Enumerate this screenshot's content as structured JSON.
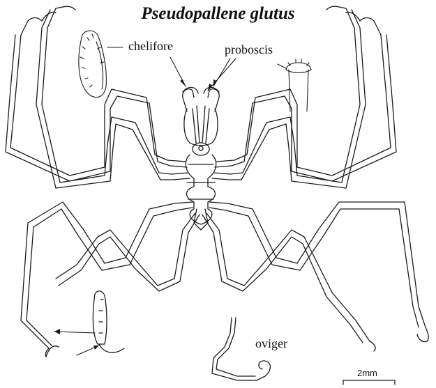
{
  "title": "Pseudopallene glutus",
  "labels": {
    "chelifore": "chelifore",
    "proboscis": "proboscis",
    "oviger": "oviger"
  },
  "scale_bar": {
    "label": "2mm"
  },
  "colors": {
    "ink": "#1a1a1a",
    "background": "#ffffff"
  }
}
